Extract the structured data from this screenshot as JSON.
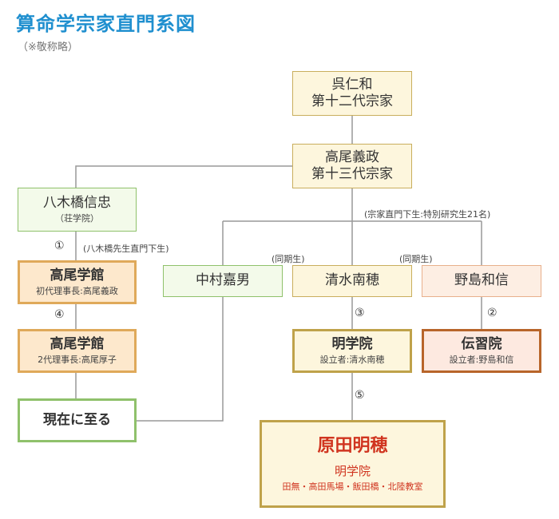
{
  "title": "算命学宗家直門系図",
  "note": "（※敬称略）",
  "nodes": {
    "kure": {
      "line1": "呉仁和",
      "line2": "第十二代宗家"
    },
    "takao_y": {
      "line1": "高尾義政",
      "line2": "第十三代宗家"
    },
    "yagihashi": {
      "line1": "八木橋信忠",
      "line2": "（荘学院）"
    },
    "takao_gakkan1": {
      "name": "高尾学館",
      "sub": "初代理事長:高尾義政"
    },
    "takao_gakkan2": {
      "name": "高尾学館",
      "sub": "2代理事長:高尾厚子"
    },
    "genzai": {
      "name": "現在に至る"
    },
    "nakamura": {
      "name": "中村嘉男"
    },
    "shimizu": {
      "name": "清水南穂"
    },
    "nojima": {
      "name": "野島和信"
    },
    "meigakuin": {
      "name": "明学院",
      "sub": "設立者:清水南穂"
    },
    "denshuin": {
      "name": "伝習院",
      "sub": "設立者:野島和信"
    },
    "harada": {
      "name": "原田明穂",
      "school": "明学院",
      "sub": "田無・高田馬場・飯田橋・北陸教室"
    }
  },
  "labels": {
    "special": "(宗家直門下生:特別研究生21名)",
    "yagi_direct": "(八木橋先生直門下生)",
    "doki1": "(同期生)",
    "doki2": "(同期生)"
  },
  "markers": {
    "m1": "①",
    "m2": "②",
    "m3": "③",
    "m4": "④",
    "m5": "⑤"
  }
}
